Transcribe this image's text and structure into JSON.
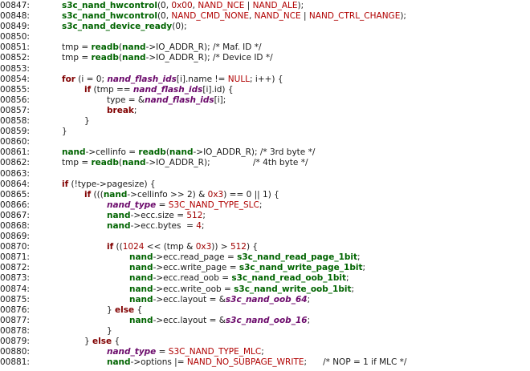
{
  "colors": {
    "background": "#ffffff",
    "function": "#006400",
    "keyword": "#800000",
    "variable": "#6b0a6b",
    "constant": "#b00000",
    "text": "#1a1a1a"
  },
  "lines": [
    {
      "n": "00847:",
      "indent": 0,
      "tokens": [
        [
          "fn",
          "s3c_nand_hwcontrol"
        ],
        [
          "p",
          "(0, "
        ],
        [
          "num",
          "0x00"
        ],
        [
          "p",
          ", "
        ],
        [
          "cst",
          "NAND_NCE"
        ],
        [
          "p",
          " | "
        ],
        [
          "cst",
          "NAND_ALE"
        ],
        [
          "p",
          ");"
        ]
      ]
    },
    {
      "n": "00848:",
      "indent": 0,
      "tokens": [
        [
          "fn",
          "s3c_nand_hwcontrol"
        ],
        [
          "p",
          "(0, "
        ],
        [
          "cst",
          "NAND_CMD_NONE"
        ],
        [
          "p",
          ", "
        ],
        [
          "cst",
          "NAND_NCE"
        ],
        [
          "p",
          " | "
        ],
        [
          "cst",
          "NAND_CTRL_CHANGE"
        ],
        [
          "p",
          ");"
        ]
      ]
    },
    {
      "n": "00849:",
      "indent": 0,
      "tokens": [
        [
          "fn",
          "s3c_nand_device_ready"
        ],
        [
          "p",
          "(0);"
        ]
      ]
    },
    {
      "n": "00850:",
      "indent": 0,
      "tokens": []
    },
    {
      "n": "00851:",
      "indent": 0,
      "tokens": [
        [
          "p",
          "tmp = "
        ],
        [
          "fn",
          "readb"
        ],
        [
          "p",
          "("
        ],
        [
          "fn",
          "nand"
        ],
        [
          "p",
          "->IO_ADDR_R); "
        ],
        [
          "cm",
          "/* Maf. ID */"
        ]
      ]
    },
    {
      "n": "00852:",
      "indent": 0,
      "tokens": [
        [
          "p",
          "tmp = "
        ],
        [
          "fn",
          "readb"
        ],
        [
          "p",
          "("
        ],
        [
          "fn",
          "nand"
        ],
        [
          "p",
          "->IO_ADDR_R); "
        ],
        [
          "cm",
          "/* Device ID */"
        ]
      ]
    },
    {
      "n": "00853:",
      "indent": 0,
      "tokens": []
    },
    {
      "n": "00854:",
      "indent": 0,
      "tokens": [
        [
          "kw",
          "for"
        ],
        [
          "p",
          " (i = 0; "
        ],
        [
          "var",
          "nand_flash_ids"
        ],
        [
          "p",
          "[i].name != "
        ],
        [
          "cst",
          "NULL"
        ],
        [
          "p",
          "; i++) {"
        ]
      ]
    },
    {
      "n": "00855:",
      "indent": 1,
      "tokens": [
        [
          "kw",
          "if"
        ],
        [
          "p",
          " (tmp == "
        ],
        [
          "var",
          "nand_flash_ids"
        ],
        [
          "p",
          "[i].id) {"
        ]
      ]
    },
    {
      "n": "00856:",
      "indent": 2,
      "tokens": [
        [
          "p",
          "type = &"
        ],
        [
          "var",
          "nand_flash_ids"
        ],
        [
          "p",
          "[i];"
        ]
      ]
    },
    {
      "n": "00857:",
      "indent": 2,
      "tokens": [
        [
          "kw",
          "break"
        ],
        [
          "p",
          ";"
        ]
      ]
    },
    {
      "n": "00858:",
      "indent": 1,
      "tokens": [
        [
          "p",
          "}"
        ]
      ]
    },
    {
      "n": "00859:",
      "indent": 0,
      "tokens": [
        [
          "p",
          "}"
        ]
      ]
    },
    {
      "n": "00860:",
      "indent": 0,
      "tokens": []
    },
    {
      "n": "00861:",
      "indent": 0,
      "tokens": [
        [
          "fn",
          "nand"
        ],
        [
          "p",
          "->cellinfo = "
        ],
        [
          "fn",
          "readb"
        ],
        [
          "p",
          "("
        ],
        [
          "fn",
          "nand"
        ],
        [
          "p",
          "->IO_ADDR_R); "
        ],
        [
          "cm",
          "/* 3rd byte */"
        ]
      ]
    },
    {
      "n": "00862:",
      "indent": 0,
      "tokens": [
        [
          "p",
          "tmp = "
        ],
        [
          "fn",
          "readb"
        ],
        [
          "p",
          "("
        ],
        [
          "fn",
          "nand"
        ],
        [
          "p",
          "->IO_ADDR_R);                "
        ],
        [
          "cm",
          "/* 4th byte */"
        ]
      ]
    },
    {
      "n": "00863:",
      "indent": 0,
      "tokens": []
    },
    {
      "n": "00864:",
      "indent": 0,
      "tokens": [
        [
          "kw",
          "if"
        ],
        [
          "p",
          " (!type->pagesize) {"
        ]
      ]
    },
    {
      "n": "00865:",
      "indent": 1,
      "tokens": [
        [
          "kw",
          "if"
        ],
        [
          "p",
          " ((("
        ],
        [
          "fn",
          "nand"
        ],
        [
          "p",
          "->cellinfo >> 2) & "
        ],
        [
          "num",
          "0x3"
        ],
        [
          "p",
          ") == 0 || 1) {"
        ]
      ]
    },
    {
      "n": "00866:",
      "indent": 2,
      "tokens": [
        [
          "var",
          "nand_type"
        ],
        [
          "p",
          " = "
        ],
        [
          "cst",
          "S3C_NAND_TYPE_SLC"
        ],
        [
          "p",
          ";"
        ]
      ]
    },
    {
      "n": "00867:",
      "indent": 2,
      "tokens": [
        [
          "fn",
          "nand"
        ],
        [
          "p",
          "->ecc.size = "
        ],
        [
          "num",
          "512"
        ],
        [
          "p",
          ";"
        ]
      ]
    },
    {
      "n": "00868:",
      "indent": 2,
      "tokens": [
        [
          "fn",
          "nand"
        ],
        [
          "p",
          "->ecc.bytes  = "
        ],
        [
          "num",
          "4"
        ],
        [
          "p",
          ";"
        ]
      ]
    },
    {
      "n": "00869:",
      "indent": 0,
      "tokens": []
    },
    {
      "n": "00870:",
      "indent": 2,
      "tokens": [
        [
          "kw",
          "if"
        ],
        [
          "p",
          " (("
        ],
        [
          "num",
          "1024"
        ],
        [
          "p",
          " << (tmp & "
        ],
        [
          "num",
          "0x3"
        ],
        [
          "p",
          ")) > "
        ],
        [
          "num",
          "512"
        ],
        [
          "p",
          ") {"
        ]
      ]
    },
    {
      "n": "00871:",
      "indent": 3,
      "tokens": [
        [
          "fn",
          "nand"
        ],
        [
          "p",
          "->ecc.read_page = "
        ],
        [
          "fn",
          "s3c_nand_read_page_1bit"
        ],
        [
          "p",
          ";"
        ]
      ]
    },
    {
      "n": "00872:",
      "indent": 3,
      "tokens": [
        [
          "fn",
          "nand"
        ],
        [
          "p",
          "->ecc.write_page = "
        ],
        [
          "fn",
          "s3c_nand_write_page_1bit"
        ],
        [
          "p",
          ";"
        ]
      ]
    },
    {
      "n": "00873:",
      "indent": 3,
      "tokens": [
        [
          "fn",
          "nand"
        ],
        [
          "p",
          "->ecc.read_oob = "
        ],
        [
          "fn",
          "s3c_nand_read_oob_1bit"
        ],
        [
          "p",
          ";"
        ]
      ]
    },
    {
      "n": "00874:",
      "indent": 3,
      "tokens": [
        [
          "fn",
          "nand"
        ],
        [
          "p",
          "->ecc.write_oob = "
        ],
        [
          "fn",
          "s3c_nand_write_oob_1bit"
        ],
        [
          "p",
          ";"
        ]
      ]
    },
    {
      "n": "00875:",
      "indent": 3,
      "tokens": [
        [
          "fn",
          "nand"
        ],
        [
          "p",
          "->ecc.layout = &"
        ],
        [
          "var",
          "s3c_nand_oob_64"
        ],
        [
          "p",
          ";"
        ]
      ]
    },
    {
      "n": "00876:",
      "indent": 2,
      "tokens": [
        [
          "p",
          "} "
        ],
        [
          "kw",
          "else"
        ],
        [
          "p",
          " {"
        ]
      ]
    },
    {
      "n": "00877:",
      "indent": 3,
      "tokens": [
        [
          "fn",
          "nand"
        ],
        [
          "p",
          "->ecc.layout = &"
        ],
        [
          "var",
          "s3c_nand_oob_16"
        ],
        [
          "p",
          ";"
        ]
      ]
    },
    {
      "n": "00878:",
      "indent": 2,
      "tokens": [
        [
          "p",
          "}"
        ]
      ]
    },
    {
      "n": "00879:",
      "indent": 1,
      "tokens": [
        [
          "p",
          "} "
        ],
        [
          "kw",
          "else"
        ],
        [
          "p",
          " {"
        ]
      ]
    },
    {
      "n": "00880:",
      "indent": 2,
      "tokens": [
        [
          "var",
          "nand_type"
        ],
        [
          "p",
          " = "
        ],
        [
          "cst",
          "S3C_NAND_TYPE_MLC"
        ],
        [
          "p",
          ";"
        ]
      ]
    },
    {
      "n": "00881:",
      "indent": 2,
      "tokens": [
        [
          "fn",
          "nand"
        ],
        [
          "p",
          "->options |= "
        ],
        [
          "cst",
          "NAND_NO_SUBPAGE_WRITE"
        ],
        [
          "p",
          ";      "
        ],
        [
          "cm",
          "/* NOP = 1 if MLC */"
        ]
      ]
    }
  ]
}
